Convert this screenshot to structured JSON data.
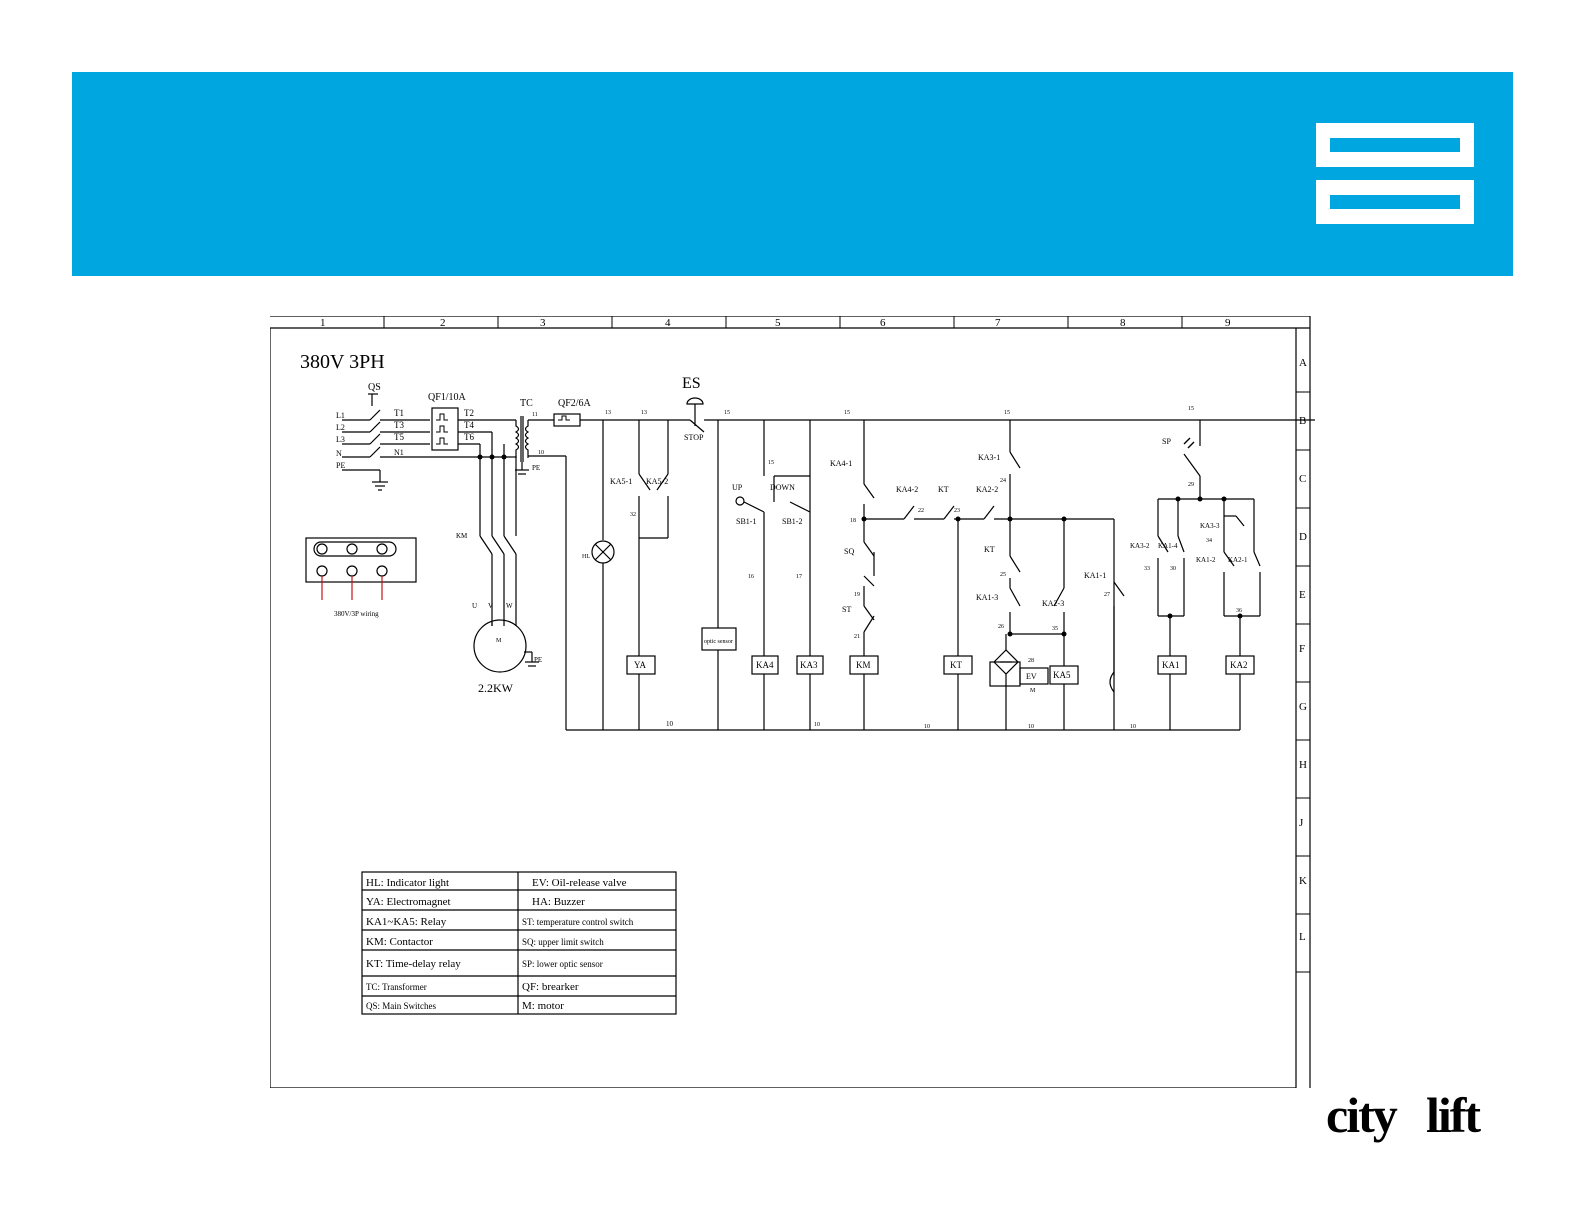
{
  "colors": {
    "banner": "#00a6e0",
    "logo_blue": "#00a6e0",
    "logo_dark": "#111111",
    "line": "#000000",
    "wiring_red": "#c0141b"
  },
  "brand": {
    "part1": "city",
    "part2": "lift"
  },
  "frame": {
    "columns": [
      "1",
      "2",
      "3",
      "4",
      "5",
      "6",
      "7",
      "8",
      "9"
    ],
    "rows": [
      "A",
      "B",
      "C",
      "D",
      "E",
      "F",
      "G",
      "H",
      "J",
      "K",
      "L"
    ]
  },
  "diagram": {
    "title": "380V  3PH",
    "labels": {
      "qs": "QS",
      "qf1": "QF1/10A",
      "tc": "TC",
      "qf2": "QF2/6A",
      "es": "ES",
      "stop": "STOP",
      "l1": "L1",
      "l2": "L2",
      "l3": "L3",
      "n": "N",
      "pe": "PE",
      "t1": "T1",
      "t3": "T3",
      "t5": "T5",
      "n1": "N1",
      "t2": "T2",
      "t4": "T4",
      "t6": "T6",
      "tc_11": "11",
      "tc_10": "10",
      "tc_pe": "PE",
      "km": "KM",
      "u": "U",
      "v": "V",
      "w": "W",
      "m": "M",
      "motor_pe": "PE",
      "motor_power": "2.2KW",
      "wiring_note": "380V/3P wiring",
      "wire_13a": "13",
      "wire_13b": "13",
      "wire_15a": "15",
      "wire_15b": "15",
      "wire_15c": "15",
      "wire_15d": "15",
      "wire_15e": "15",
      "ka5_1": "KA5-1",
      "ka5_2": "KA5-2",
      "wire_32": "32",
      "hl": "HL",
      "up": "UP",
      "down": "DOWN",
      "sb1_1": "SB1-1",
      "sb1_2": "SB1-2",
      "wire_16": "16",
      "wire_17": "17",
      "ka4_1": "KA4-1",
      "ka4_2": "KA4-2",
      "kt_a": "KT",
      "ka2_2": "KA2-2",
      "wire_18": "18",
      "wire_22": "22",
      "wire_23": "23",
      "sq": "SQ",
      "st": "ST",
      "wire_19": "19",
      "wire_21": "21",
      "ka3_1": "KA3-1",
      "wire_24": "24",
      "kt_b": "KT",
      "wire_25": "25",
      "ka1_3": "KA1-3",
      "ka2_3": "KA2-3",
      "wire_26": "26",
      "wire_35": "35",
      "wire_28": "28",
      "m_small": "M",
      "ka1_r": "KA1-1",
      "wire_27": "27",
      "sp": "SP",
      "wire_29": "29",
      "ka3_2": "KA3-2",
      "ka1_4": "KA1-4",
      "ka3_3": "KA3-3",
      "ka1_2": "KA1-2",
      "ka2_1": "KA2-1",
      "wire_33": "33",
      "wire_30": "30",
      "wire_34": "34",
      "wire_36": "36",
      "wire_10a": "10",
      "wire_10b": "10",
      "wire_10c": "10",
      "wire_10d": "10",
      "wire_10e": "10",
      "optic_sensor": "optic sensor",
      "coil_ya": "YA",
      "coil_ka4": "KA4",
      "coil_ka3": "KA3",
      "coil_km": "KM",
      "coil_kt": "KT",
      "coil_ev": "EV",
      "coil_ka5": "KA5",
      "coil_ka1": "KA1",
      "coil_ka2": "KA2"
    }
  },
  "legend": {
    "rows": [
      [
        "HL: Indicator light",
        "EV:  Oil-release valve"
      ],
      [
        "YA: Electromagnet",
        "HA:  Buzzer"
      ],
      [
        "KA1~KA5: Relay",
        "ST: temperature control switch"
      ],
      [
        "KM: Contactor",
        "SQ: upper limit switch"
      ],
      [
        "KT: Time-delay relay",
        "SP: lower optic sensor"
      ],
      [
        "TC: Transformer",
        "QF: brearker"
      ],
      [
        "QS: Main Switches",
        " M:  motor"
      ]
    ]
  }
}
